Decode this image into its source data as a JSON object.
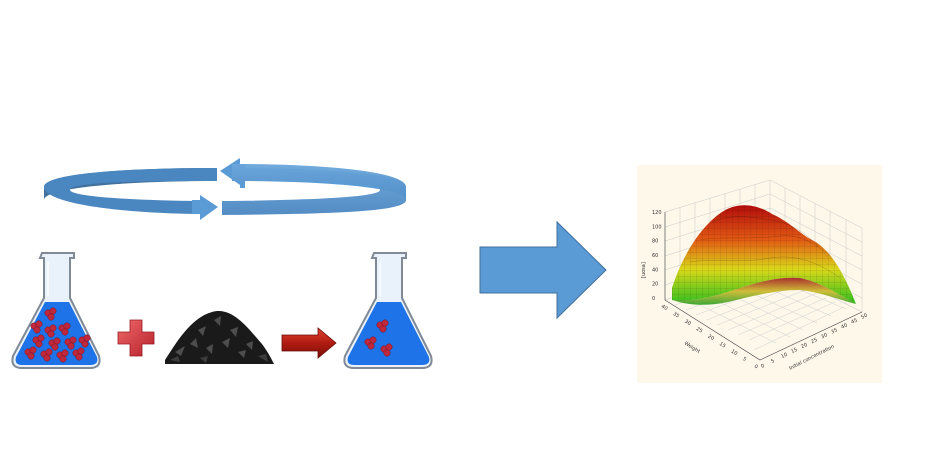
{
  "colors": {
    "arrow_blue": "#5b9bd5",
    "arrow_blue_dark": "#41719c",
    "solution_blue": "#1e73e8",
    "molecule_red": "#c0283c",
    "plus_red": "#d9373f",
    "step_arrow_red": "#b01c12",
    "carbon_black": "#1a1a1a",
    "plot_background": "#fdf8ea"
  },
  "icons": {
    "recycle": "circular-arrow-icon",
    "flask_before": "erlenmeyer-flask-icon",
    "plus": "plus-icon",
    "adsorbent": "activated-carbon-pile-icon",
    "step_arrow": "right-arrow-icon",
    "flask_after": "erlenmeyer-flask-icon",
    "big_arrow": "block-arrow-right-icon"
  },
  "flask_before_molecules": 12,
  "flask_after_molecules": 3,
  "surface_plot": {
    "z_label": "[uosa]",
    "x_label": "Initial concentration",
    "y_label": "Weight",
    "z_ticks": [
      "120",
      "100",
      "80",
      "60",
      "40",
      "20",
      "0"
    ],
    "x_ticks": [
      "0",
      "5",
      "10",
      "15",
      "20",
      "25",
      "30",
      "35",
      "40",
      "45",
      "50"
    ],
    "y_ticks": [
      "40",
      "35",
      "30",
      "25",
      "20",
      "15",
      "10",
      "5",
      "0"
    ]
  }
}
